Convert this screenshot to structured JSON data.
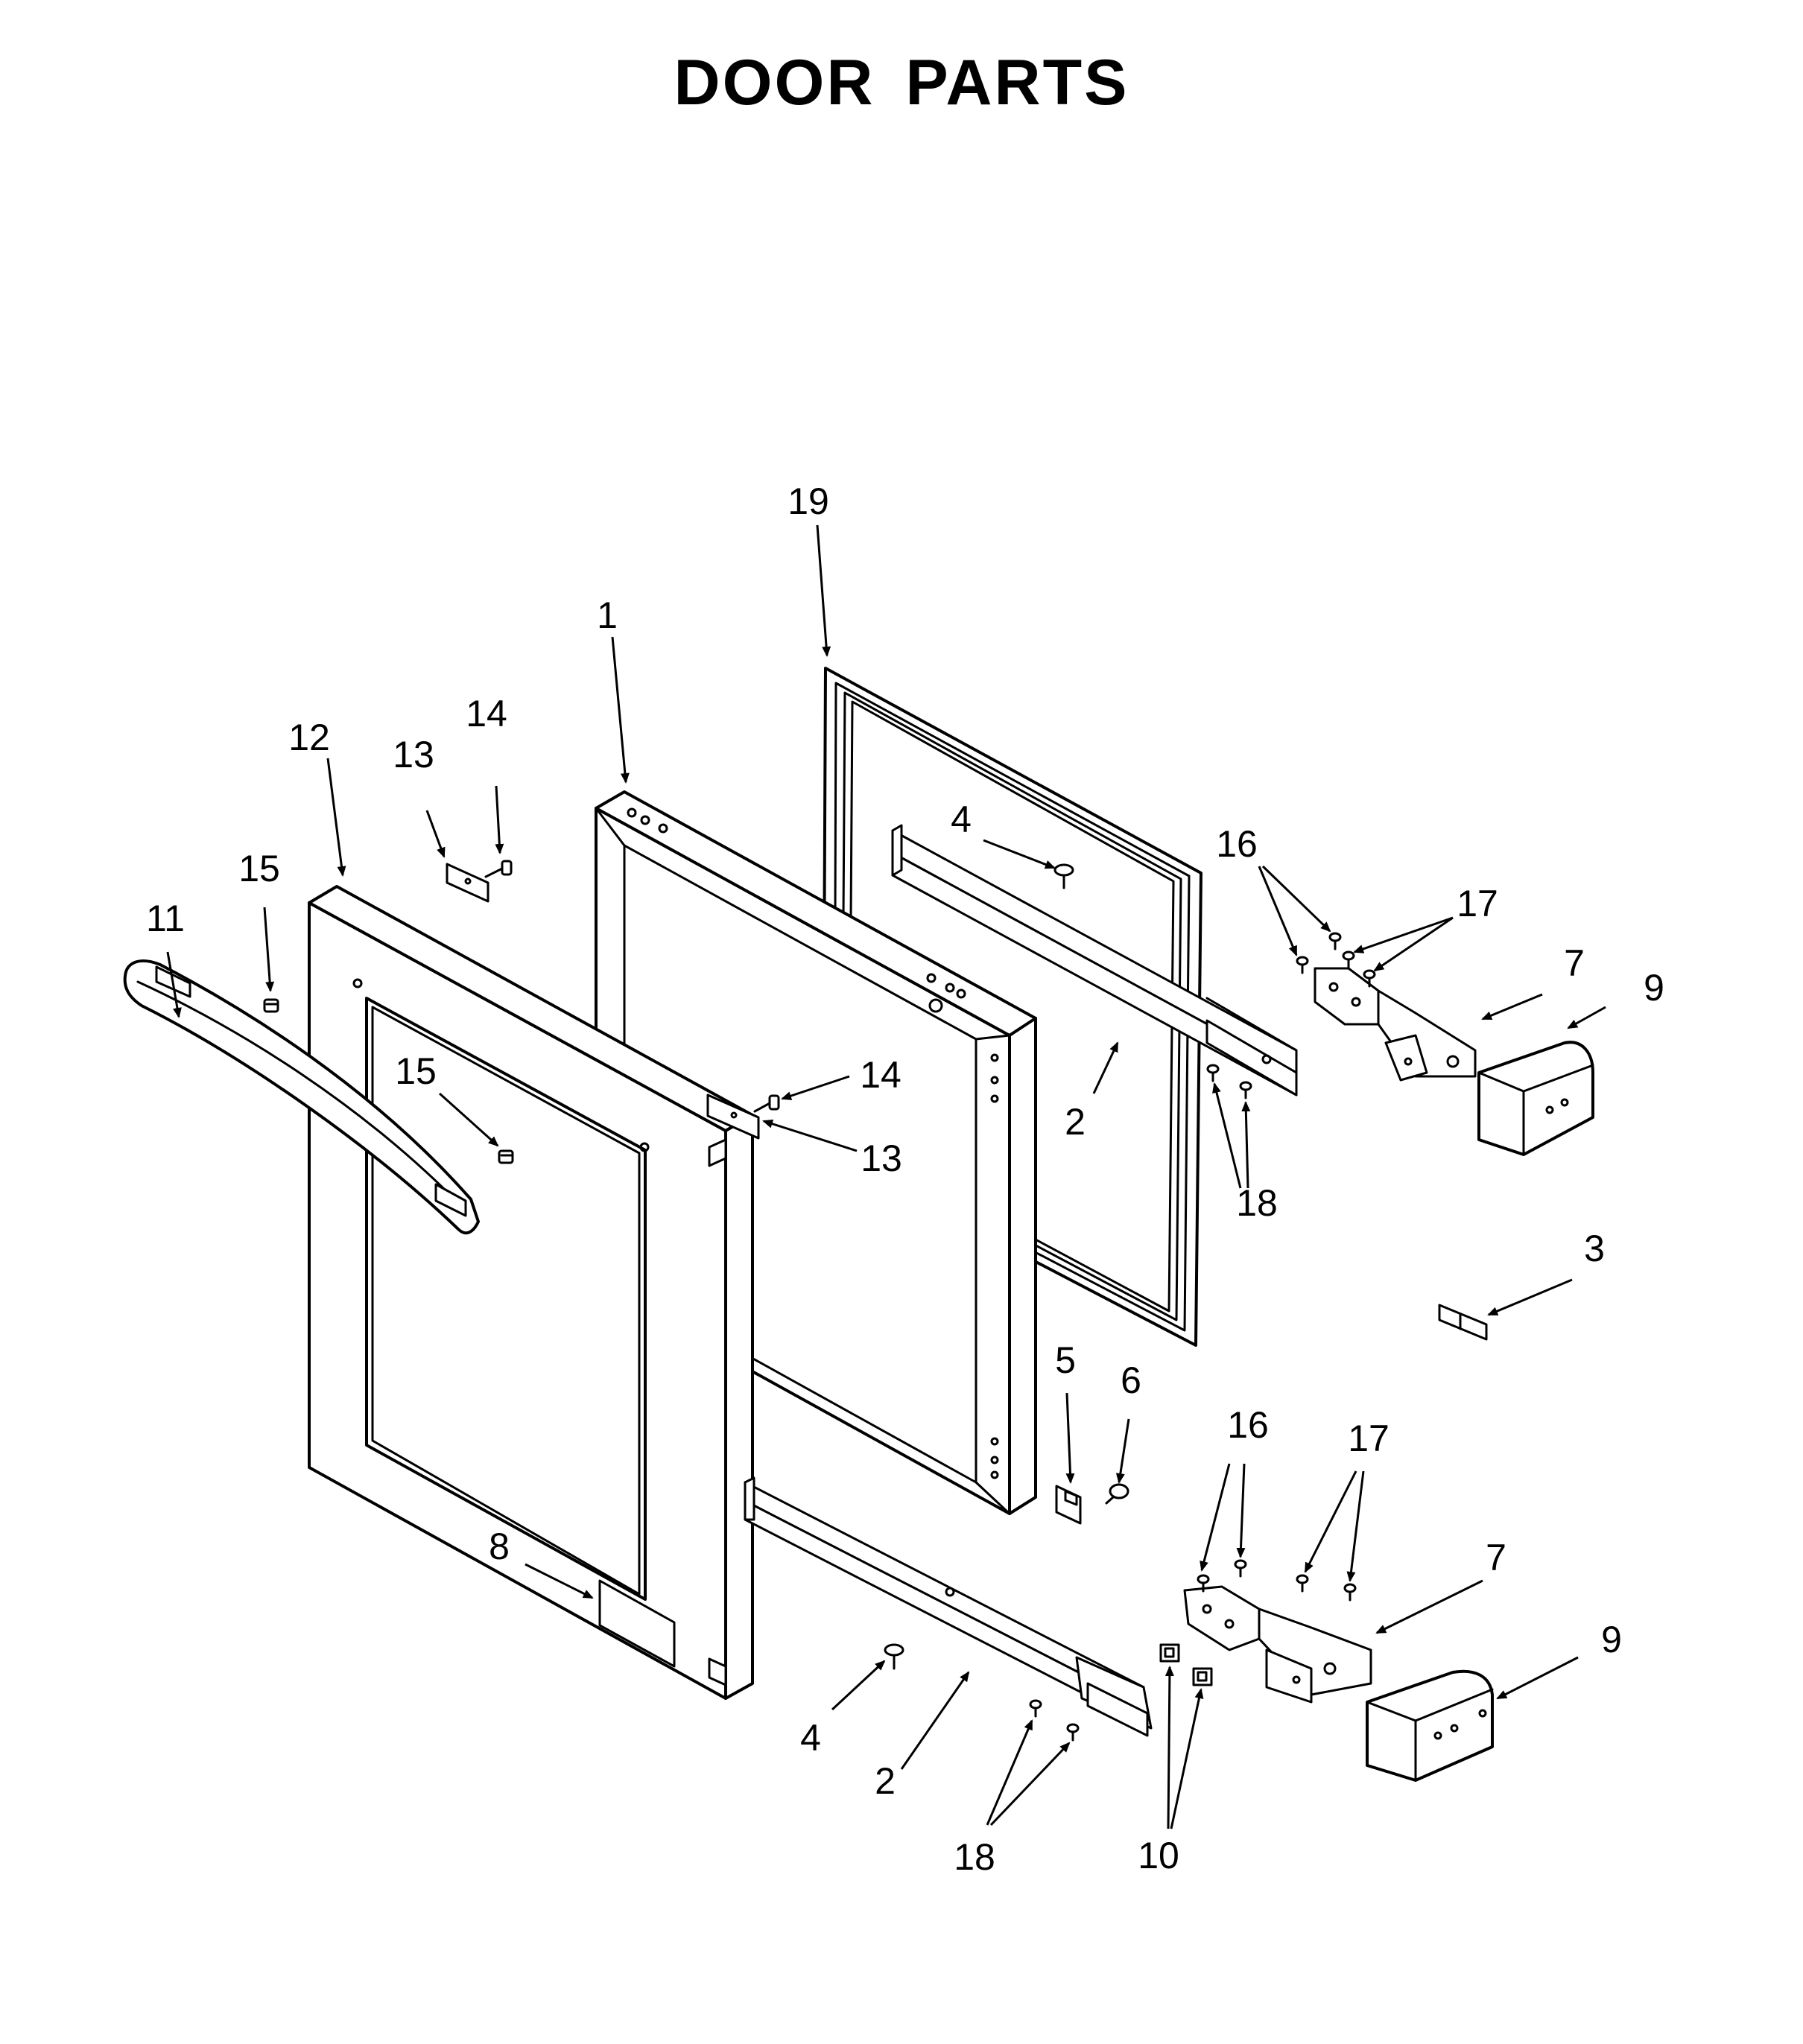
{
  "title": "DOOR PARTS",
  "callouts": {
    "c1": "1",
    "c2a": "2",
    "c2b": "2",
    "c3": "3",
    "c4a": "4",
    "c4b": "4",
    "c5": "5",
    "c6": "6",
    "c7a": "7",
    "c7b": "7",
    "c8": "8",
    "c9a": "9",
    "c9b": "9",
    "c10": "10",
    "c11": "11",
    "c12": "12",
    "c13a": "13",
    "c13b": "13",
    "c14a": "14",
    "c14b": "14",
    "c15a": "15",
    "c15b": "15",
    "c16a": "16",
    "c16b": "16",
    "c17a": "17",
    "c17b": "17",
    "c18a": "18",
    "c18b": "18",
    "c19": "19"
  }
}
